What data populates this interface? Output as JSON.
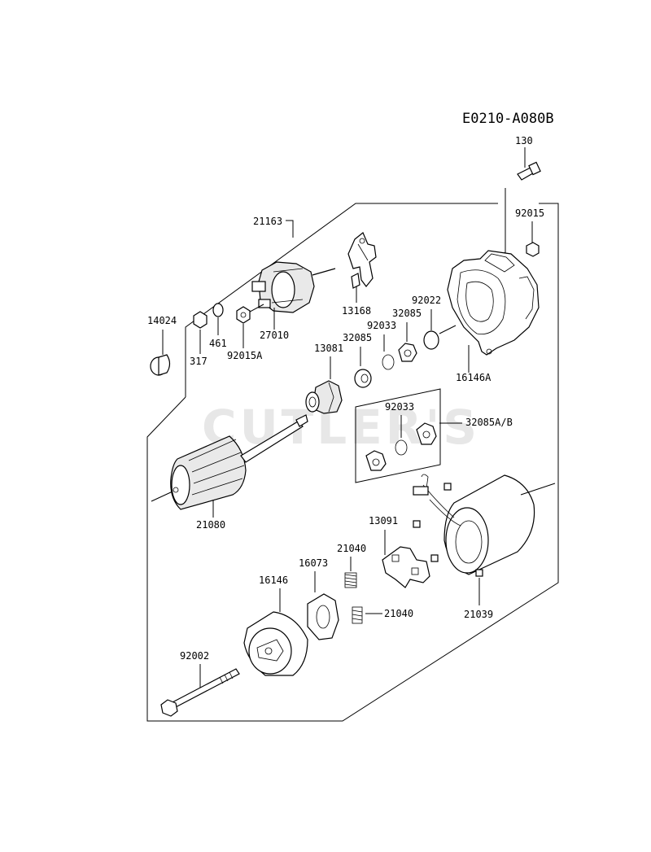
{
  "diagram": {
    "code": "E0210-A080B",
    "watermark": "CUTLER'S",
    "labels": {
      "p130": "130",
      "p92015": "92015",
      "p21163": "21163",
      "p92022": "92022",
      "p32085_a": "32085",
      "p92033_a": "92033",
      "p13168": "13168",
      "p32085_b": "32085",
      "p14024": "14024",
      "p461": "461",
      "p92015A": "92015A",
      "p27010": "27010",
      "p317": "317",
      "p13081": "13081",
      "p16146A": "16146A",
      "p92033_b": "92033",
      "p32085AB": "32085A/B",
      "p21080": "21080",
      "p13091": "13091",
      "p21040_a": "21040",
      "p16073": "16073",
      "p16146": "16146",
      "p21040_b": "21040",
      "p21039": "21039",
      "p92002": "92002"
    }
  }
}
